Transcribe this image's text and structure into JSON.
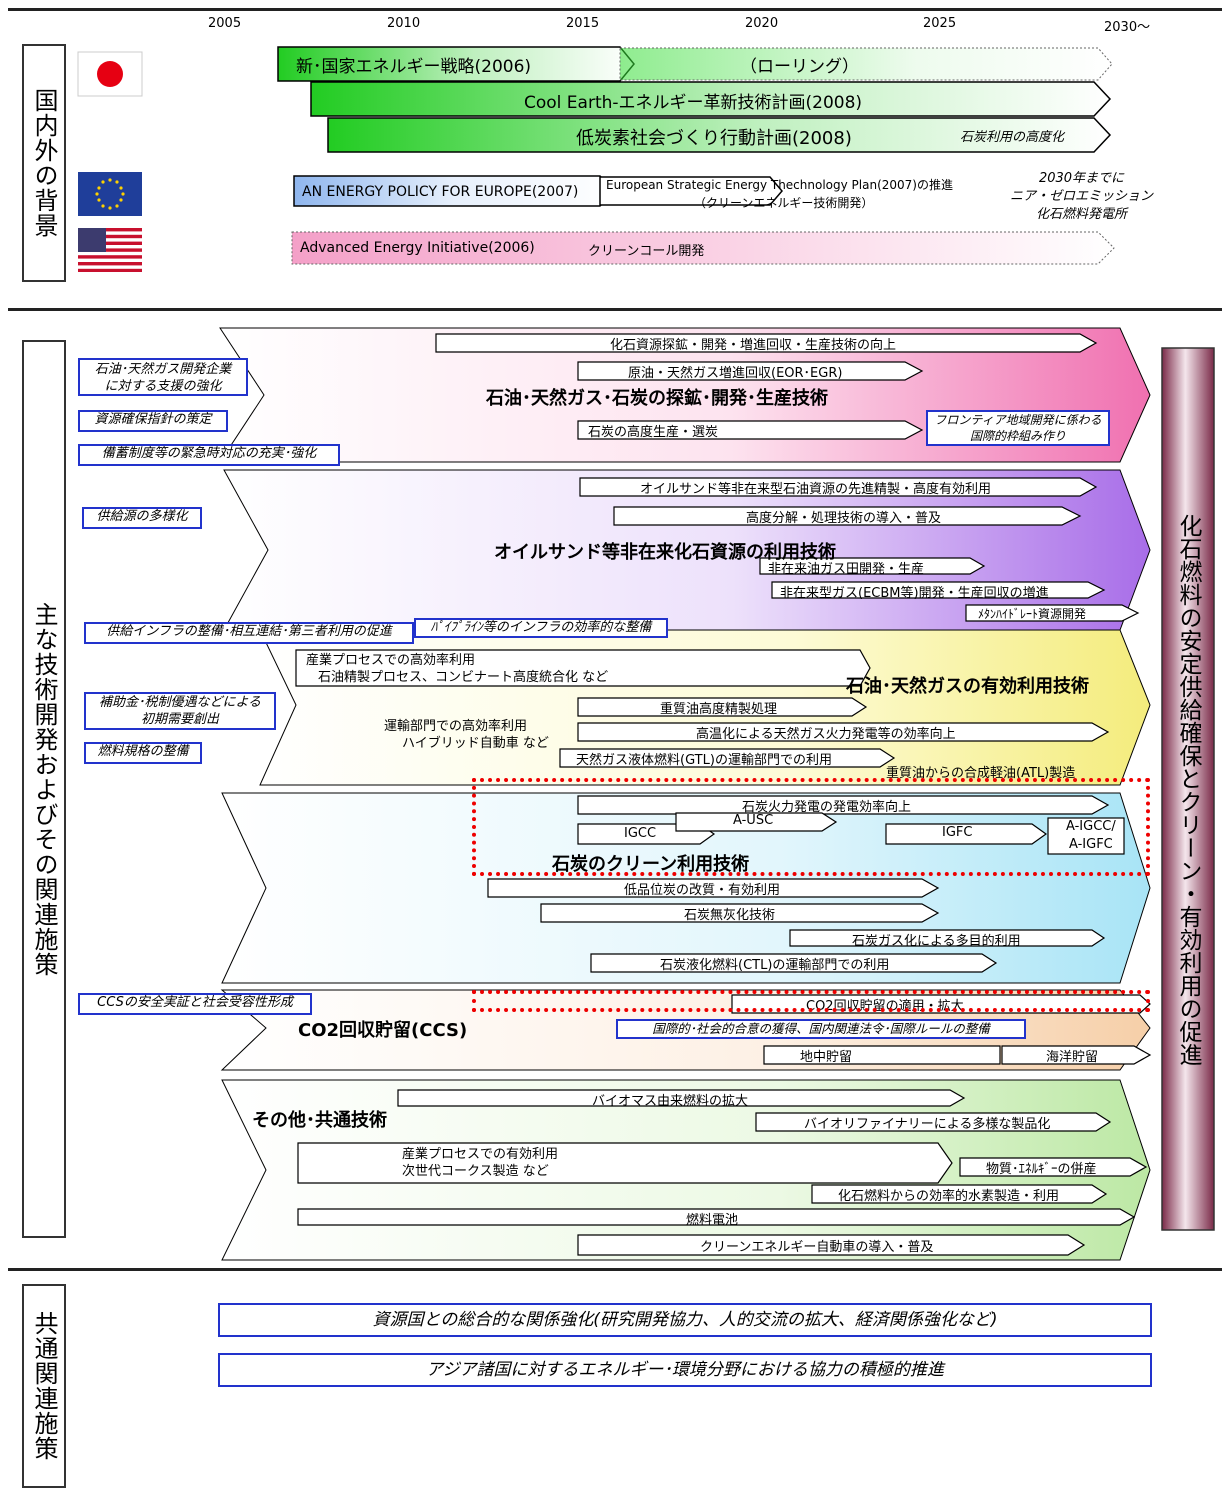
{
  "timeline": {
    "years": [
      "2005",
      "2010",
      "2015",
      "2020",
      "2025",
      "2030～"
    ]
  },
  "background": {
    "label": "国内外の背景",
    "jp1": "新･国家エネルギー戦略(2006)",
    "jp1b": "（ローリング）",
    "jp2": "Cool Earth-エネルギー革新技術計画(2008)",
    "jp3": "低炭素社会づくり行動計画(2008)",
    "jp3b": "石炭利用の高度化",
    "eu1": "AN ENERGY POLICY FOR EUROPE(2007)",
    "eu2": "European Strategic Energy Thechnology Plan(2007)の推進",
    "eu3": "（クリーンエネルギー技術開発）",
    "note": [
      "2030年までに",
      "ニア・ゼロエミッション",
      "化石燃料発電所"
    ],
    "us1": "Advanced Energy Initiative(2006)",
    "us2": "クリーンコール開発"
  },
  "main_label": "主な技術開発およびその関連施策",
  "right_label": "化石燃料の安定供給確保とクリーン・有効利用の促進",
  "sec1": {
    "title": "石油･天然ガス･石炭の探鉱･開発･生産技術",
    "b1": "化石資源探鉱・開発・増進回収・生産技術の向上",
    "b2": "原油・天然ガス増進回収(EOR･EGR)",
    "b3": "石炭の高度生産・選炭",
    "b4": [
      "フロンティア地域開発に係わる",
      "国際的枠組み作り"
    ],
    "p1": [
      "石油･天然ガス開発企業",
      "に対する支援の強化"
    ],
    "p2": "資源確保指針の策定",
    "p3": "備蓄制度等の緊急時対応の充実･強化"
  },
  "sec2": {
    "title": "オイルサンド等非在来化石資源の利用技術",
    "b1": "オイルサンド等非在来型石油資源の先進精製・高度有効利用",
    "b2": "高度分解・処理技術の導入・普及",
    "b3": "非在来油ガス田開発・生産",
    "b4": "非在来型ガス(ECBM等)開発・生産回収の増進",
    "b5": "ﾒﾀﾝﾊｲﾄﾞﾚｰﾄ資源開発",
    "p1": "供給源の多様化",
    "p2": "供給インフラの整備･相互連結･第三者利用の促進",
    "p3": "ﾊﾟｲﾌﾟﾗｲﾝ等のインフラの効率的な整備"
  },
  "sec3": {
    "title": "石油･天然ガスの有効利用技術",
    "t1": [
      "産業プロセスでの高効率利用",
      "石油精製プロセス、コンビナート高度統合化 など"
    ],
    "t2": [
      "運輸部門での高効率利用",
      "ハイブリッド自動車 など"
    ],
    "b1": "重質油高度精製処理",
    "b2": "高温化による天然ガス火力発電等の効率向上",
    "b3": "天然ガス液体燃料(GTL)の運輸部門での利用",
    "b4": "重質油からの合成軽油(ATL)製造",
    "p1": [
      "補助金･税制優遇などによる",
      "初期需要創出"
    ],
    "p2": "燃料規格の整備"
  },
  "sec4": {
    "title": "石炭のクリーン利用技術",
    "b1": "石炭火力発電の発電効率向上",
    "igcc": "IGCC",
    "ausc": "A-USC",
    "igfc": "IGFC",
    "aigcc": [
      "A-IGCC/",
      "A-IGFC"
    ],
    "b2": "低品位炭の改質・有効利用",
    "b3": "石炭無灰化技術",
    "b4": "石炭ガス化による多目的利用",
    "b5": "石炭液化燃料(CTL)の運輸部門での利用"
  },
  "sec5": {
    "title": "CO2回収貯留(CCS)",
    "p1": "CCSの安全実証と社会受容性形成",
    "b1": "CO2回収貯留の適用・拡大",
    "b2": "国際的･社会的合意の獲得、国内関連法令･国際ルールの整備",
    "b3": "地中貯留",
    "b4": "海洋貯留"
  },
  "sec6": {
    "title": "その他･共通技術",
    "b1": "バイオマス由来燃料の拡大",
    "b2": "バイオリファイナリーによる多様な製品化",
    "t1": [
      "産業プロセスでの有効利用",
      "次世代コークス製造 など"
    ],
    "b3": "物質･ｴﾈﾙｷﾞｰの併産",
    "b4": "化石燃料からの効率的水素製造・利用",
    "b5": "燃料電池",
    "b6": "クリーンエネルギー自動車の導入・普及"
  },
  "common": {
    "label": "共通関連施策",
    "m1": "資源国との総合的な関係強化(研究開発協力、人的交流の拡大、経済関係強化など)",
    "m2": "アジア諸国に対するエネルギー･環境分野における協力の積極的推進"
  }
}
